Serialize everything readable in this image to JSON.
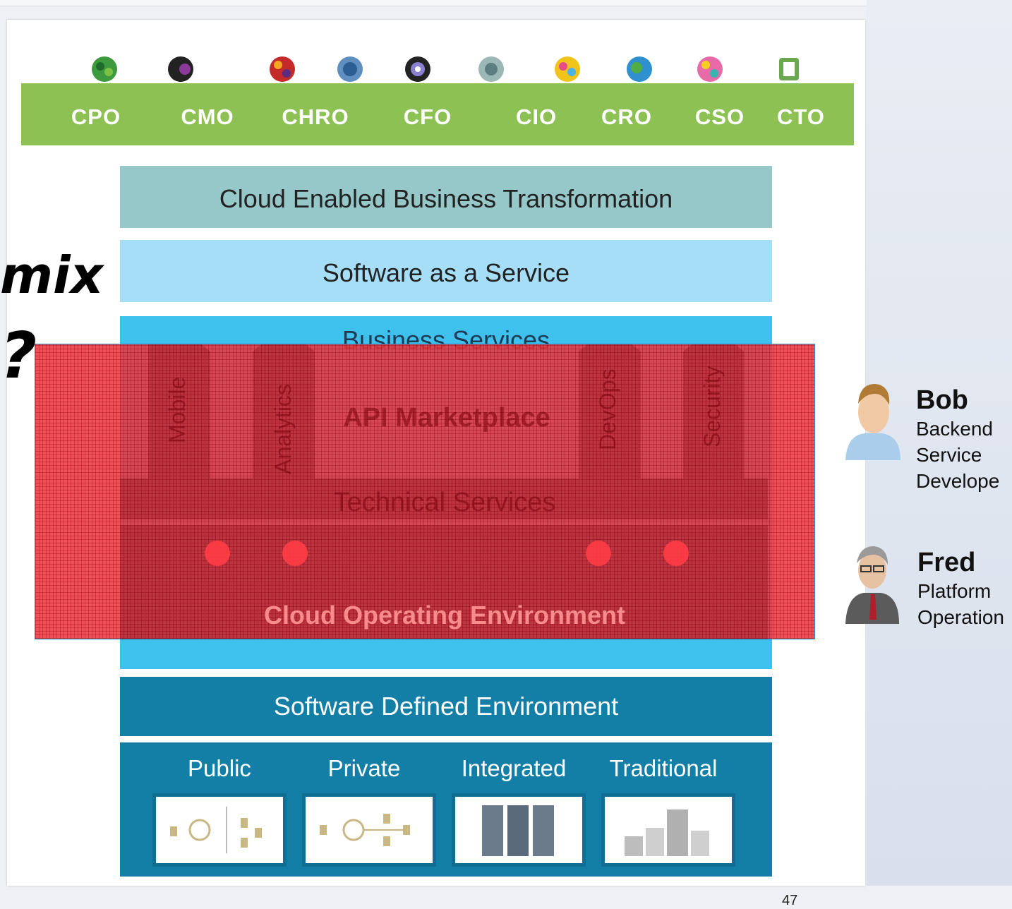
{
  "executives": [
    "CPO",
    "CMO",
    "CHRO",
    "CFO",
    "CIO",
    "CRO",
    "CSO",
    "CTO"
  ],
  "avatar_icons": [
    "green-burst-icon",
    "dark-face-icon",
    "colorful-dots-icon",
    "blue-globe-icon",
    "gear-burst-icon",
    "lens-icon",
    "multicolor-star-icon",
    "earth-icon",
    "rainbow-star-icon",
    "server-icon"
  ],
  "layers": {
    "cebt": "Cloud Enabled Business Transformation",
    "saas": "Software as a Service",
    "business_services": "Business Services",
    "api_marketplace": "API Marketplace",
    "technical_services": "Technical Services",
    "cloud_operating_environment": "Cloud Operating Environment",
    "sde": "Software Defined Environment"
  },
  "pillars": [
    "Mobile",
    "Analytics",
    "DevOps",
    "Security"
  ],
  "infrastructure": [
    "Public",
    "Private",
    "Integrated",
    "Traditional"
  ],
  "left_fragments": [
    "mix",
    "?"
  ],
  "personas": [
    {
      "name": "Bob",
      "role_lines": [
        "Backend",
        "Service",
        "Develope"
      ]
    },
    {
      "name": "Fred",
      "role_lines": [
        "Platform",
        "Operation"
      ]
    }
  ],
  "page_number": "47",
  "colors": {
    "exec_bar": "#8dc153",
    "overlay": "#ee343e",
    "sde": "#137fa6",
    "business": "#3ec1ec"
  }
}
